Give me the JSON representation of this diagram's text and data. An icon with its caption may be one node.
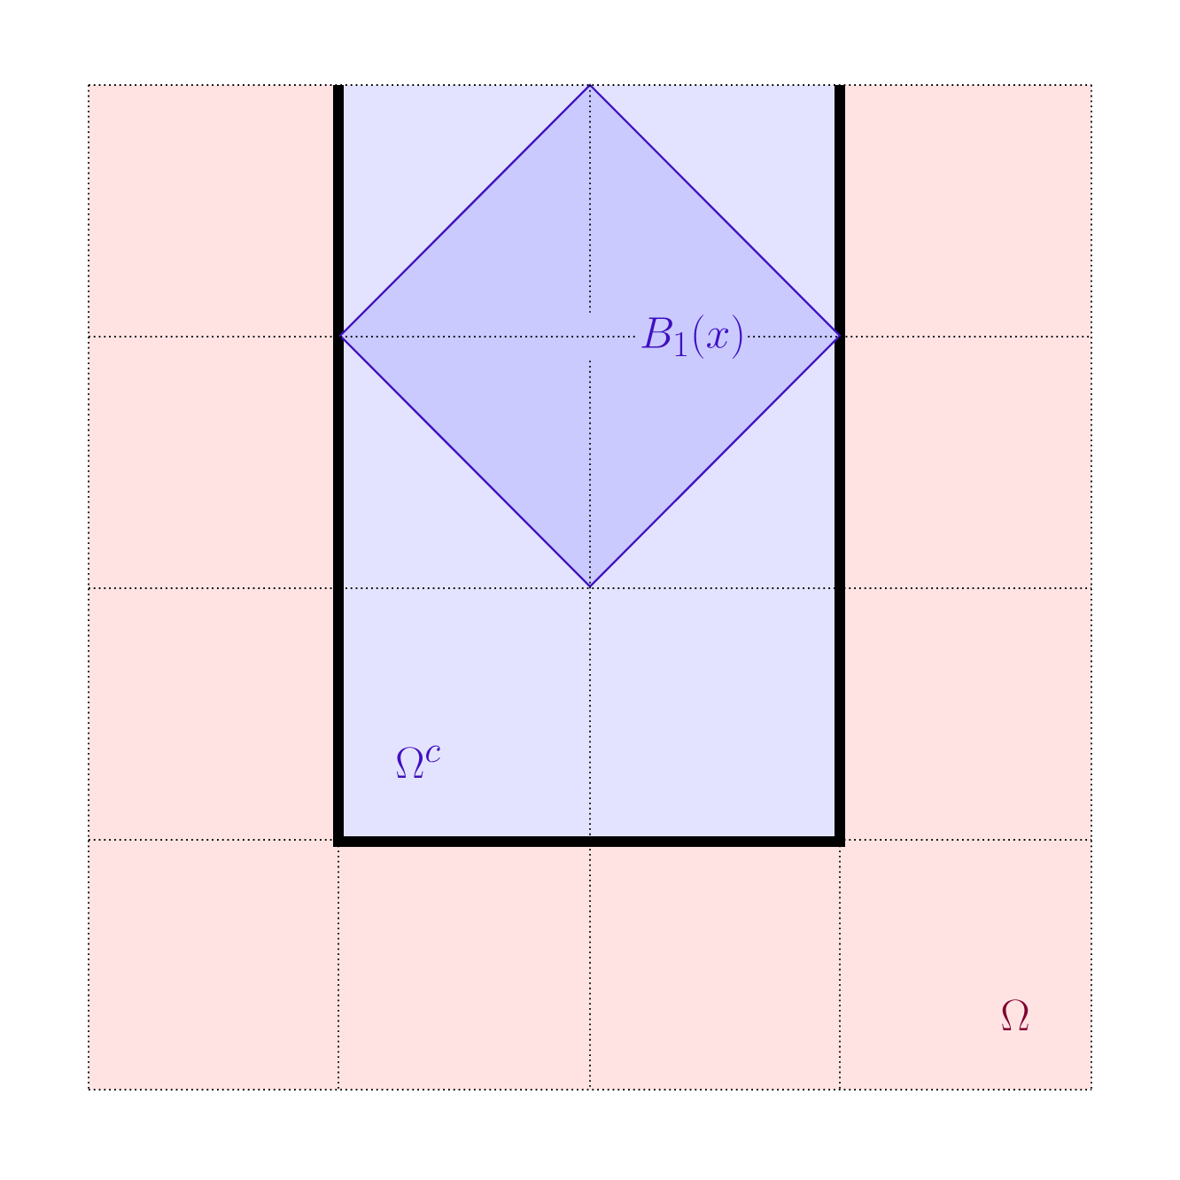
{
  "diagram": {
    "nodes": [
      {
        "text": [
          "\\Omega"
        ]
      },
      {
        "text": [
          "\\Omega^c"
        ],
        "in": 0
      },
      {
        "text": [
          "B_1(x)"
        ],
        "in": 1
      }
    ]
  }
}
